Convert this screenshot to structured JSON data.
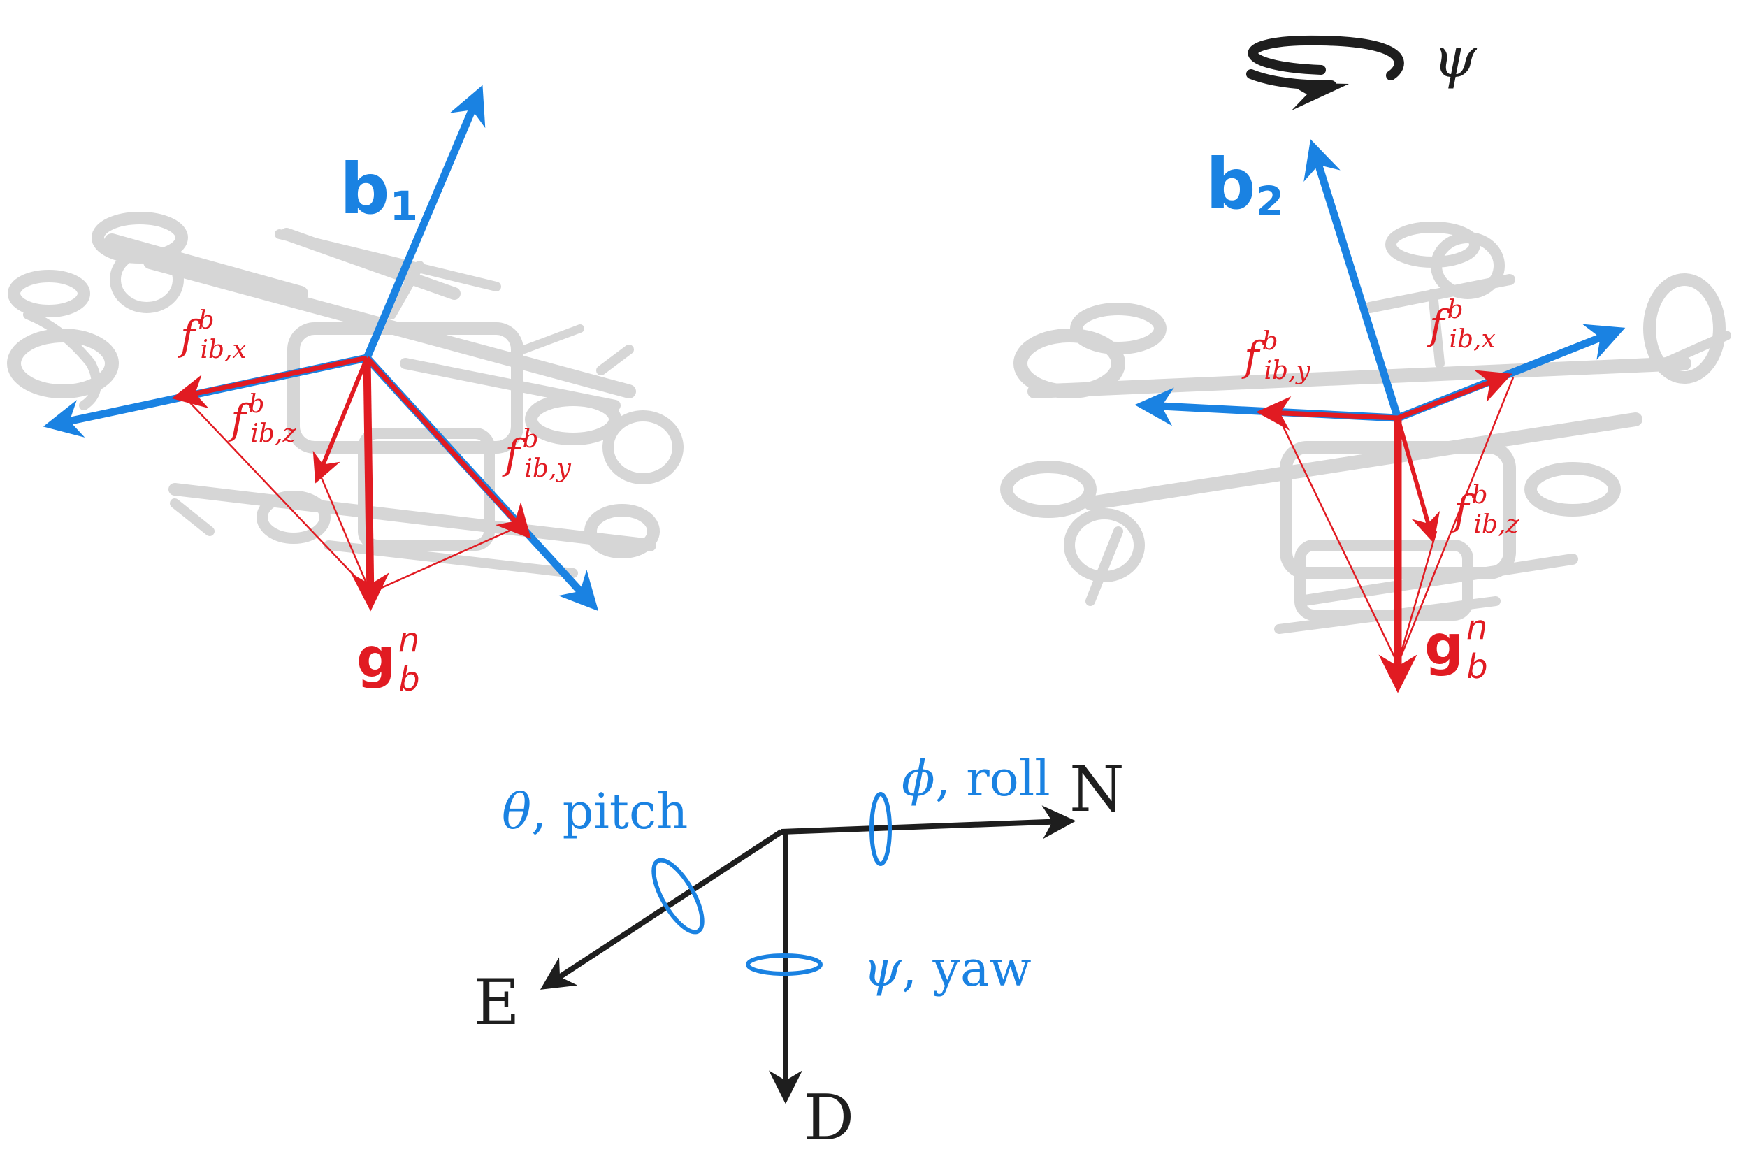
{
  "colors": {
    "blue": "#1a82e2",
    "red": "#e11b22",
    "black": "#1e1e1e",
    "drone": "#d6d6d6"
  },
  "left_frame": {
    "b_label": "b",
    "b_sub": "1",
    "fx_label": "f",
    "fx_sup": "b",
    "fx_sub": "ib,x",
    "fy_label": "f",
    "fy_sup": "b",
    "fy_sub": "ib,y",
    "fz_label": "f",
    "fz_sup": "b",
    "fz_sub": "ib,z",
    "g_label": "g",
    "g_sup": "n",
    "g_sub": "b"
  },
  "right_frame": {
    "psi_label": "ψ",
    "b_label": "b",
    "b_sub": "2",
    "fx_label": "f",
    "fx_sup": "b",
    "fx_sub": "ib,x",
    "fy_label": "f",
    "fy_sup": "b",
    "fy_sub": "ib,y",
    "fz_label": "f",
    "fz_sup": "b",
    "fz_sub": "ib,z",
    "g_label": "g",
    "g_sup": "n",
    "g_sub": "b"
  },
  "ned_frame": {
    "north": "N",
    "east": "E",
    "down": "D",
    "roll_symbol": "ϕ",
    "roll_text": ", roll",
    "pitch_symbol": "θ",
    "pitch_text": ", pitch",
    "yaw_symbol": "ψ",
    "yaw_text": ", yaw"
  }
}
